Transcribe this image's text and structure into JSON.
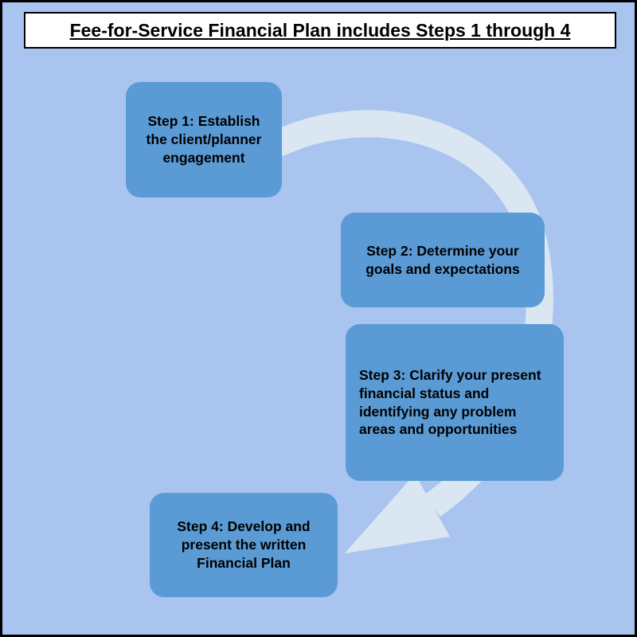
{
  "title": "Fee-for-Service Financial Plan includes Steps 1 through 4",
  "steps": [
    {
      "id": 1,
      "label": "Step 1: Establish the client/planner engagement"
    },
    {
      "id": 2,
      "label": "Step 2: Determine your goals and expectations"
    },
    {
      "id": 3,
      "label": "Step 3: Clarify your present financial status and identifying any problem areas and opportunities"
    },
    {
      "id": 4,
      "label": "Step 4: Develop and present the written Financial Plan"
    }
  ],
  "colors": {
    "background": "#a9c4ef",
    "step_box": "#5b9bd5",
    "arrow": "#dbe6f3",
    "title_background": "#ffffff",
    "border": "#000000",
    "text": "#000000"
  }
}
